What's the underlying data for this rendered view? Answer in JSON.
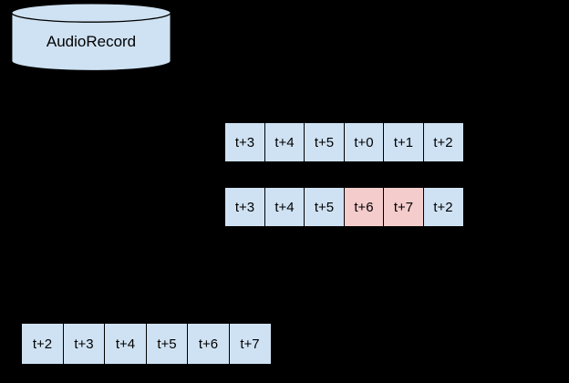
{
  "colors": {
    "background": "#000000",
    "cell_blue": "#cfe2f3",
    "cell_highlight_pink": "#f4cccc",
    "outline": "#000000",
    "text": "#000000"
  },
  "cylinder": {
    "label": "AudioRecord"
  },
  "rows": [
    {
      "id": "buffer-row-top",
      "cells": [
        {
          "label": "t+3",
          "highlight": false
        },
        {
          "label": "t+4",
          "highlight": false
        },
        {
          "label": "t+5",
          "highlight": false
        },
        {
          "label": "t+0",
          "highlight": false
        },
        {
          "label": "t+1",
          "highlight": false
        },
        {
          "label": "t+2",
          "highlight": false
        }
      ]
    },
    {
      "id": "buffer-row-middle",
      "cells": [
        {
          "label": "t+3",
          "highlight": false
        },
        {
          "label": "t+4",
          "highlight": false
        },
        {
          "label": "t+5",
          "highlight": false
        },
        {
          "label": "t+6",
          "highlight": true
        },
        {
          "label": "t+7",
          "highlight": true
        },
        {
          "label": "t+2",
          "highlight": false
        }
      ]
    },
    {
      "id": "buffer-row-bottom",
      "cells": [
        {
          "label": "t+2",
          "highlight": false
        },
        {
          "label": "t+3",
          "highlight": false
        },
        {
          "label": "t+4",
          "highlight": false
        },
        {
          "label": "t+5",
          "highlight": false
        },
        {
          "label": "t+6",
          "highlight": false
        },
        {
          "label": "t+7",
          "highlight": false
        }
      ]
    }
  ]
}
